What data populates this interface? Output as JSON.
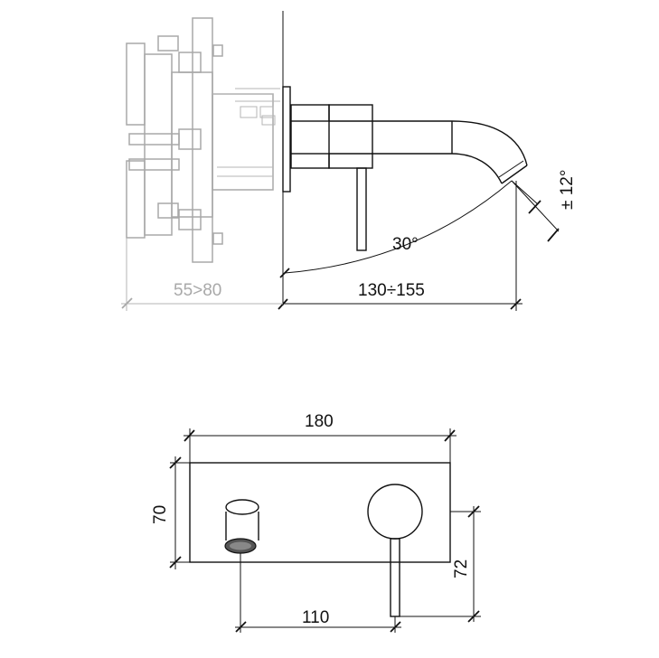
{
  "side_view": {
    "dim_body_depth": "55>80",
    "dim_spout_reach": "130÷155",
    "dim_swivel_angle": "30°",
    "dim_aerator_tilt": "± 12°"
  },
  "front_view": {
    "dim_plate_width": "180",
    "dim_plate_height": "70",
    "dim_spout_to_lever": "110",
    "dim_lever_drop": "72"
  }
}
